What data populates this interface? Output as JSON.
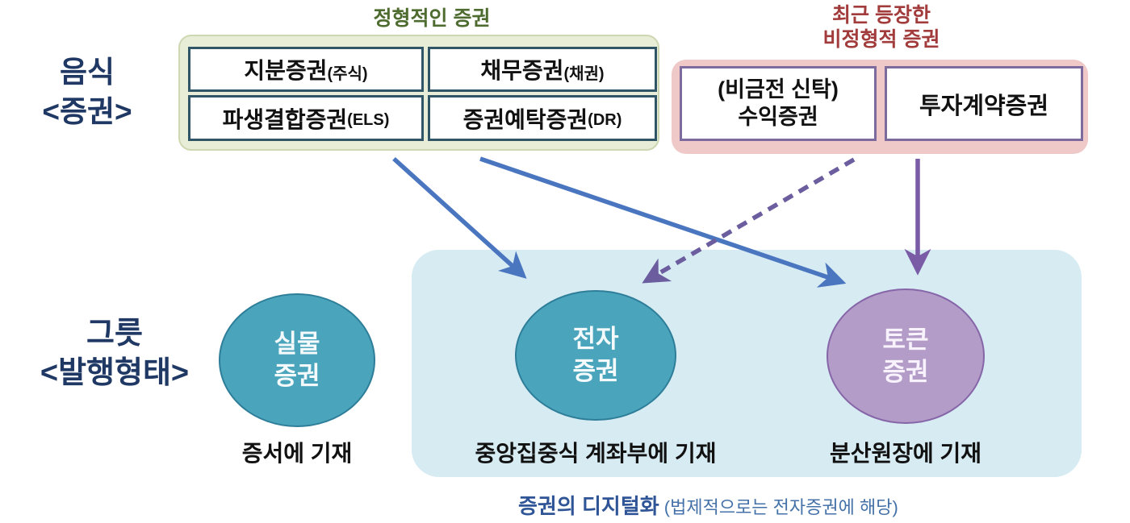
{
  "colors": {
    "navy_label": "#1f3864",
    "green_header": "#4e6b30",
    "red_header": "#a23b3b",
    "green_group_bg": "#e7edd6",
    "pink_group_bg": "#eec9c8",
    "formal_box_border": "#2f5566",
    "atypical_box_border": "#7e6b9e",
    "digital_panel_bg": "#d7ebf3",
    "teal_circle": "#4aa5bc",
    "purple_circle": "#b39cc7",
    "blue_arrow": "#4a76c0",
    "purple_dashed_arrow": "#6b5d9e",
    "purple_solid_arrow": "#7a5ba5",
    "footer_bold_blue": "#2f5597",
    "footer_light_blue": "#4472a8"
  },
  "left_labels": {
    "contents": {
      "line1": "음식",
      "line2": "<증권>"
    },
    "form": {
      "line1": "그릇",
      "line2": "<발행형태>"
    }
  },
  "formal_group": {
    "title": "정형적인 증권",
    "boxes": [
      {
        "name": "지분증권",
        "qualifier": "(주식)"
      },
      {
        "name": "채무증권",
        "qualifier": "(채권)"
      },
      {
        "name": "파생결합증권",
        "qualifier": "(ELS)"
      },
      {
        "name": "증권예탁증권",
        "qualifier": "(DR)"
      }
    ]
  },
  "atypical_group": {
    "title_line1": "최근 등장한",
    "title_line2": "비정형적 증권",
    "beneficiary_box": {
      "line1": "(비금전 신탁)",
      "line2": "수익증권"
    },
    "investment_box": {
      "label": "투자계약증권"
    }
  },
  "issuance_forms": [
    {
      "line1": "실물",
      "line2": "증권",
      "caption": "증서에 기재"
    },
    {
      "line1": "전자",
      "line2": "증권",
      "caption": "중앙집중식 계좌부에 기재"
    },
    {
      "line1": "토큰",
      "line2": "증권",
      "caption": "분산원장에 기재"
    }
  ],
  "footer": {
    "bold": "증권의 디지털화",
    "note": " (법제적으로는 전자증권에 해당)"
  }
}
